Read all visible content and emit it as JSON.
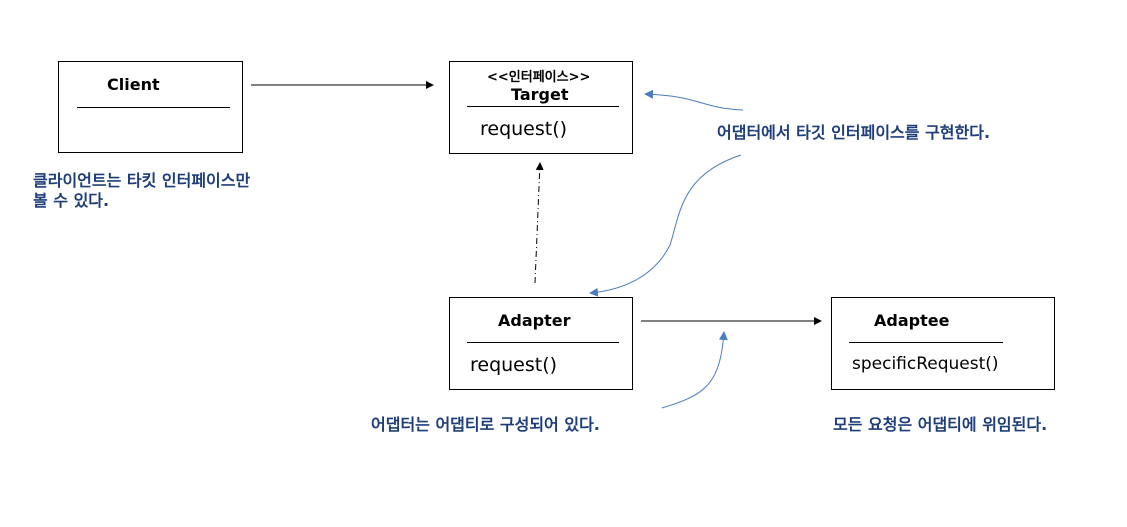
{
  "client": {
    "title": "Client"
  },
  "target": {
    "stereotype": "<<인터페이스>>",
    "title": "Target",
    "method": "request()"
  },
  "adapter": {
    "title": "Adapter",
    "method": "request()"
  },
  "adaptee": {
    "title": "Adaptee",
    "method": "specificRequest()"
  },
  "notes": {
    "client_line1": "클라이언트는 타킷 인터페이스만",
    "client_line2": "볼 수 있다.",
    "target_impl": "어댑터에서 타깃 인터페이스를 구현한다.",
    "adapter_composed": "어댑터는 어댑티로 구성되어 있다.",
    "delegated": "모든 요청은 어댑티에 위임된다."
  },
  "colors": {
    "note_text": "#1f3e79",
    "curve": "#4a7cc0",
    "line": "#000000"
  }
}
